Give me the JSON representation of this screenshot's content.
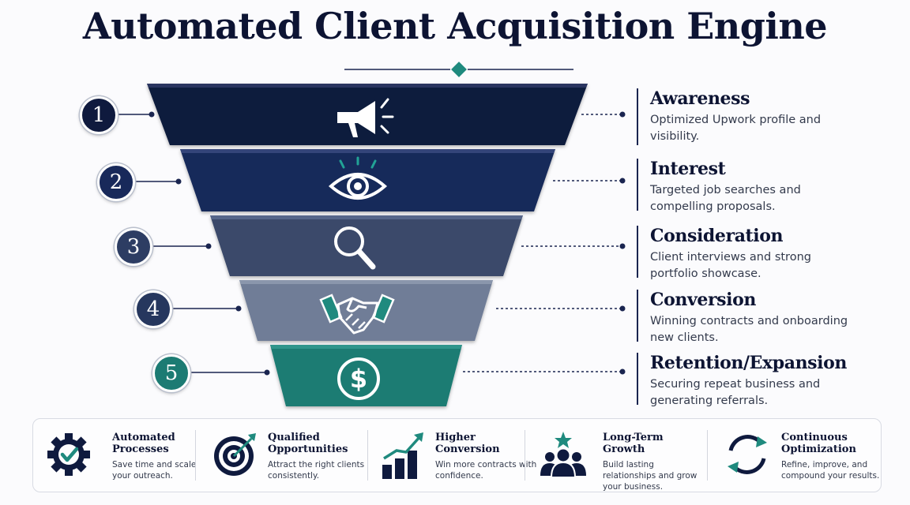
{
  "title": "Automated Client Acquisition Engine",
  "colors": {
    "navy_dark": "#0f1a3e",
    "navy": "#18295a",
    "slate": "#3a4a6b",
    "slate_light": "#6f7d97",
    "teal": "#1c7b73",
    "accent_teal": "#1f8a7e"
  },
  "stages": [
    {
      "number": "1",
      "title": "Awareness",
      "description": "Optimized Upwork profile and visibility.",
      "icon": "megaphone-icon"
    },
    {
      "number": "2",
      "title": "Interest",
      "description": "Targeted job searches and compelling proposals.",
      "icon": "eye-icon"
    },
    {
      "number": "3",
      "title": "Consideration",
      "description": "Client interviews and strong portfolio showcase.",
      "icon": "magnifier-icon"
    },
    {
      "number": "4",
      "title": "Conversion",
      "description": "Winning contracts and onboarding new clients.",
      "icon": "handshake-icon"
    },
    {
      "number": "5",
      "title": "Retention/Expansion",
      "description": "Securing repeat business and generating referrals.",
      "icon": "dollar-icon"
    }
  ],
  "features": [
    {
      "title": "Automated Processes",
      "description": "Save time and scale your outreach.",
      "icon": "gear-check-icon"
    },
    {
      "title": "Qualified Opportunities",
      "description": "Attract the right clients consistently.",
      "icon": "target-icon"
    },
    {
      "title": "Higher Conversion",
      "description": "Win more contracts with confidence.",
      "icon": "growth-chart-icon"
    },
    {
      "title": "Long-Term Growth",
      "description": "Build lasting relationships and grow your business.",
      "icon": "team-star-icon"
    },
    {
      "title": "Continuous Optimization",
      "description": "Refine, improve, and compound your results.",
      "icon": "refresh-cycle-icon"
    }
  ]
}
